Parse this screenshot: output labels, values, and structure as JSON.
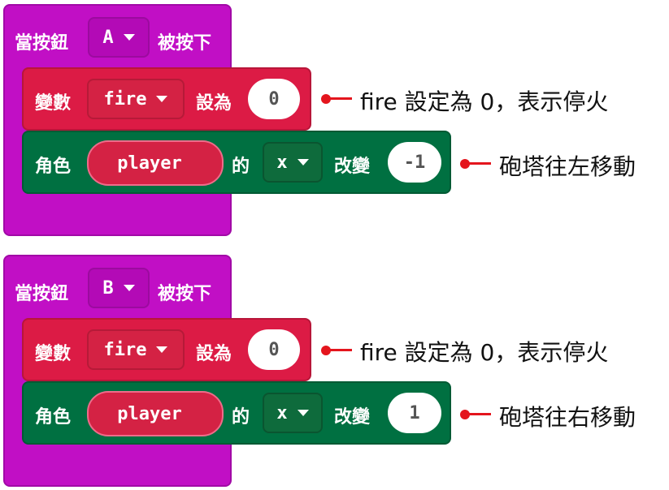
{
  "colors": {
    "event_block": "#c10fc5",
    "variables_block": "#dc1b45",
    "sprite_block": "#007041",
    "annotation": "#e4151d"
  },
  "program1": {
    "event": {
      "prefix": "當按鈕",
      "button": "A",
      "suffix": "被按下"
    },
    "set_var": {
      "label": "變數",
      "var": "fire",
      "set_label": "設為",
      "value": "0"
    },
    "change": {
      "label": "角色",
      "sprite": "player",
      "of_label": "的",
      "prop": "x",
      "change_label": "改變",
      "value": "-1"
    },
    "annotations": {
      "set": "fire 設定為 0，表示停火",
      "change": "砲塔往左移動"
    }
  },
  "program2": {
    "event": {
      "prefix": "當按鈕",
      "button": "B",
      "suffix": "被按下"
    },
    "set_var": {
      "label": "變數",
      "var": "fire",
      "set_label": "設為",
      "value": "0"
    },
    "change": {
      "label": "角色",
      "sprite": "player",
      "of_label": "的",
      "prop": "x",
      "change_label": "改變",
      "value": "1"
    },
    "annotations": {
      "set": "fire 設定為 0，表示停火",
      "change": "砲塔往右移動"
    }
  }
}
